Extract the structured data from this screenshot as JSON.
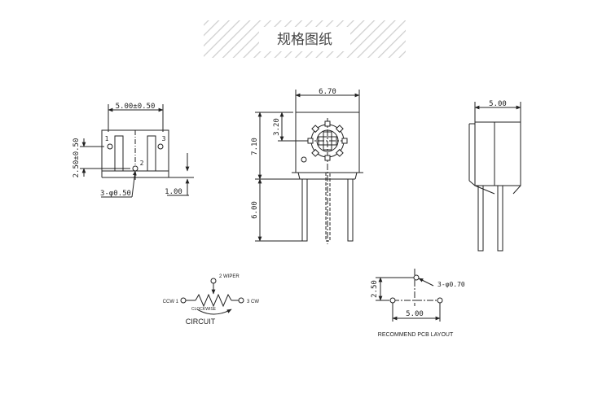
{
  "header": {
    "title": "规格图纸"
  },
  "front_view": {
    "dim_pin_spacing": "5.00±0.50",
    "dim_height": "2.50±0.50",
    "dim_hole": "3-φ0.50",
    "dim_standoff": "1.00",
    "pin1": "1",
    "pin2": "2",
    "pin3": "3"
  },
  "side_view": {
    "dim_width": "6.70",
    "dim_body_height": "7.10",
    "dim_knob_offset": "3.20",
    "dim_lead_length": "6.00"
  },
  "end_view": {
    "dim_width": "5.00"
  },
  "circuit": {
    "wiper_label": "2 WIPER",
    "ccw_label": "CCW 1",
    "cw_label": "3 CW",
    "clockwise_label": "CLOCKWISE",
    "caption": "CIRCUIT"
  },
  "pcb": {
    "dim_vertical": "2.50",
    "dim_hole": "3-φ0.70",
    "dim_horizontal": "5.00",
    "caption": "RECOMMEND PCB LAYOUT"
  },
  "colors": {
    "line": "#222222",
    "hatch": "#cfcfcf",
    "fill_gray": "#8a8a8a"
  }
}
